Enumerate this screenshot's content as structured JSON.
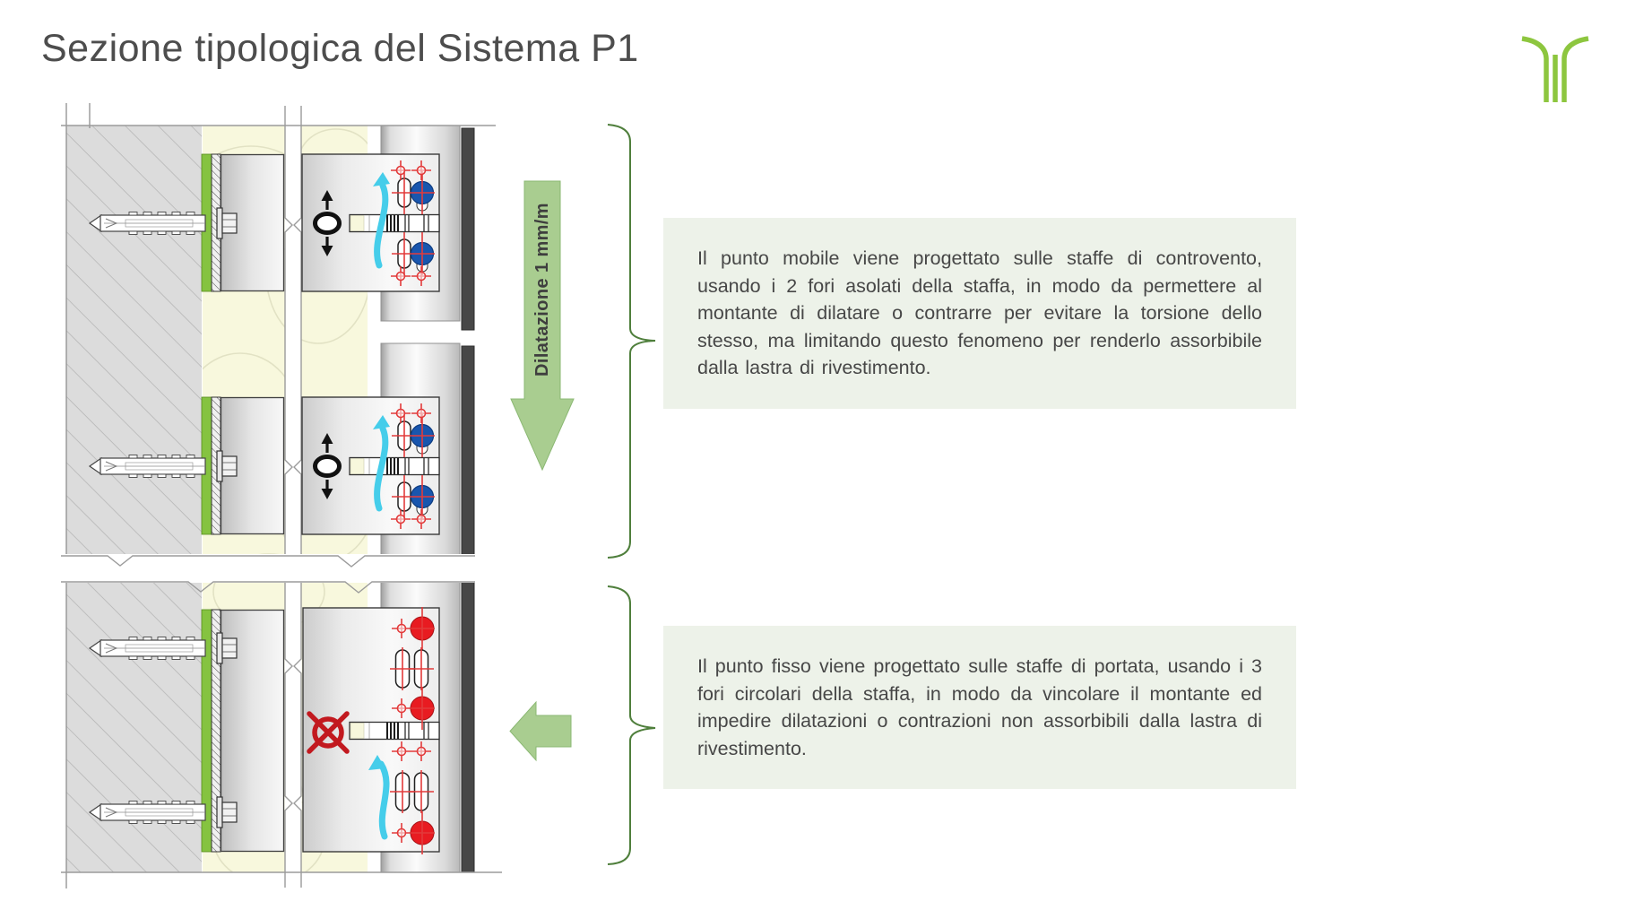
{
  "slide": {
    "title": "Sezione tipologica del Sistema P1"
  },
  "logo": {
    "color": "#8dc63f"
  },
  "diagram": {
    "dilatation_arrow_label": "Dilatazione 1 mm/m",
    "colors": {
      "mobile_hole_blue": "#1956ae",
      "fixed_hole_red": "#e81b21",
      "deformation_arrow_cyan": "#45cdea",
      "levelling_strip_green": "#85c340",
      "annotation_green": "#a9cd90",
      "brace_green": "#4f7f3c",
      "insulation_yellow": "#f8f8dd",
      "cladding_dark": "#474747"
    }
  },
  "annotations": {
    "mobile_point_text": "Il punto mobile viene progettato sulle staffe di controvento, usando i 2 fori asolati della staffa, in modo da permettere al montante di dilatare o contrarre per evitare la torsione dello stesso, ma limitando questo fenomeno per renderlo assorbibile dalla lastra di rivestimento.",
    "fixed_point_text": "Il punto fisso viene progettato sulle staffe di portata, usando i 3 fori circolari della staffa, in modo da vincolare il montante ed impedire dilatazioni o contrazioni non assorbibili dalla lastra di rivestimento."
  }
}
